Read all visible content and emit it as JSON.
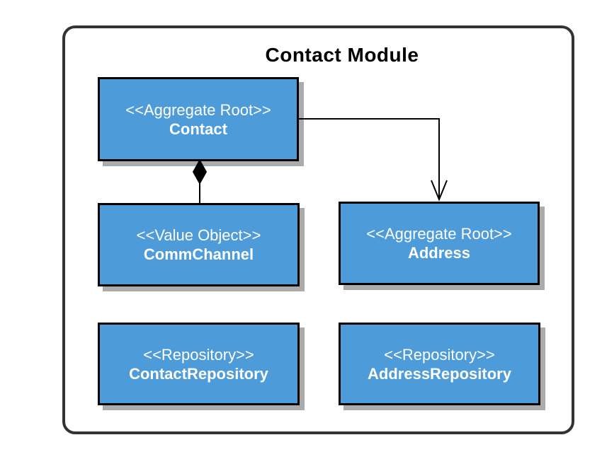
{
  "diagram": {
    "title": "Contact Module",
    "nodes": [
      {
        "id": "contact",
        "stereotype": "<<Aggregate Root>>",
        "name": "Contact"
      },
      {
        "id": "commchannel",
        "stereotype": "<<Value Object>>",
        "name": "CommChannel"
      },
      {
        "id": "address",
        "stereotype": "<<Aggregate Root>>",
        "name": "Address"
      },
      {
        "id": "contact-repository",
        "stereotype": "<<Repository>>",
        "name": "ContactRepository"
      },
      {
        "id": "address-repository",
        "stereotype": "<<Repository>>",
        "name": "AddressRepository"
      }
    ],
    "relations": [
      {
        "type": "composition",
        "from": "Contact",
        "to": "CommChannel",
        "marker": "filled-diamond-at-source"
      },
      {
        "type": "directed-association",
        "from": "Contact",
        "to": "Address",
        "marker": "open-arrowhead-at-target"
      }
    ],
    "colors": {
      "box_fill": "#4E9BD9",
      "box_border": "#000000",
      "box_shadow": "#ABABAB",
      "container_border": "#333333",
      "text": "#FFFFFF",
      "title_text": "#000000",
      "background": "#FFFFFF"
    }
  }
}
